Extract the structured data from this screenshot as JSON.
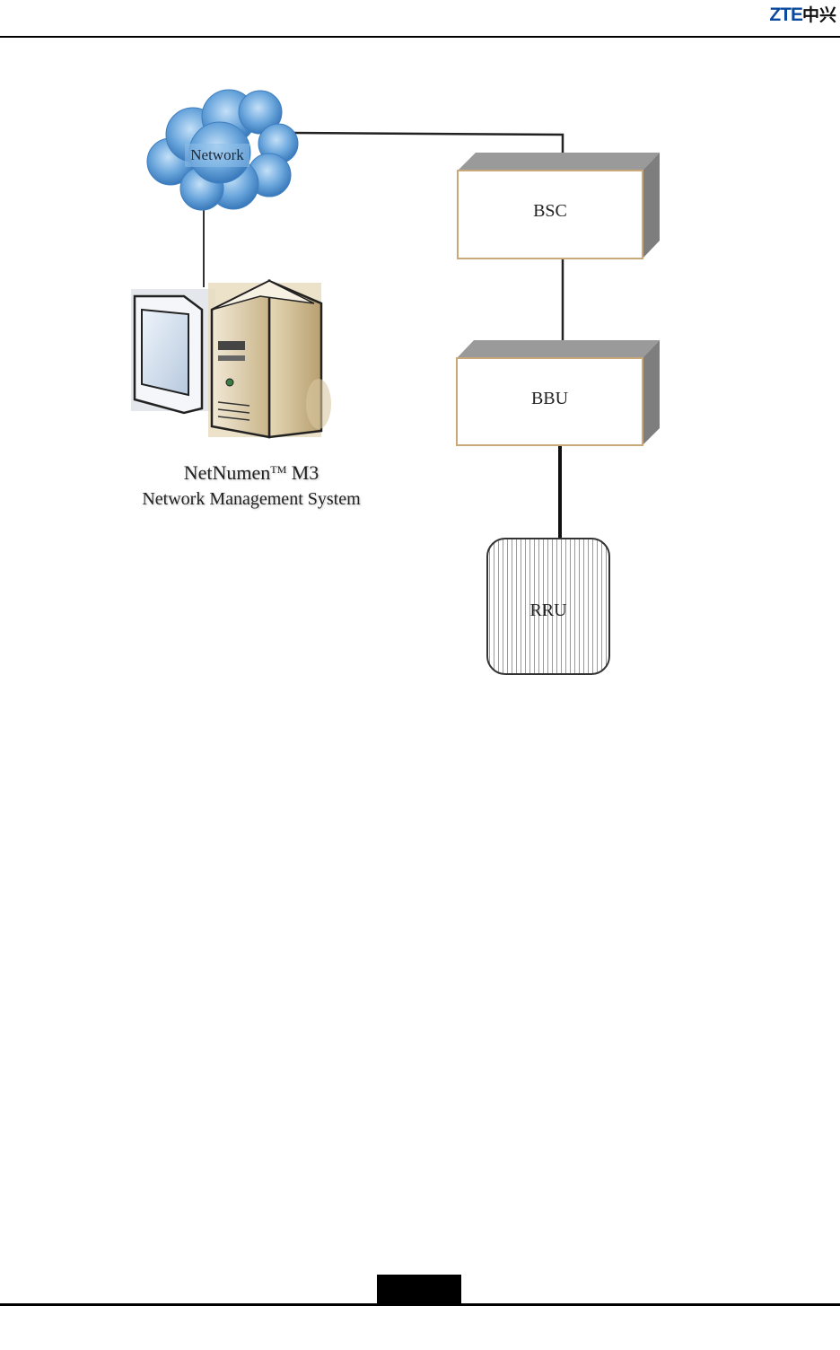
{
  "header": {
    "logo_latin": "ZTE",
    "logo_cn": "中兴"
  },
  "diagram": {
    "cloud": {
      "label": "Network",
      "icon": "cloud-icon"
    },
    "nms": {
      "title_main": "NetNumen",
      "title_tm": "TM",
      "title_suffix": " M3",
      "subtitle": "Network Management System",
      "icon": "computer-server-icon"
    },
    "bsc": {
      "label": "BSC"
    },
    "bbu": {
      "label": "BBU"
    },
    "rru": {
      "label": "RRU"
    },
    "colors": {
      "cloud": "#4f8fd0",
      "box_border": "#c9a97a",
      "box_side": "#8a8a8a",
      "server": "#c8b48a"
    }
  }
}
